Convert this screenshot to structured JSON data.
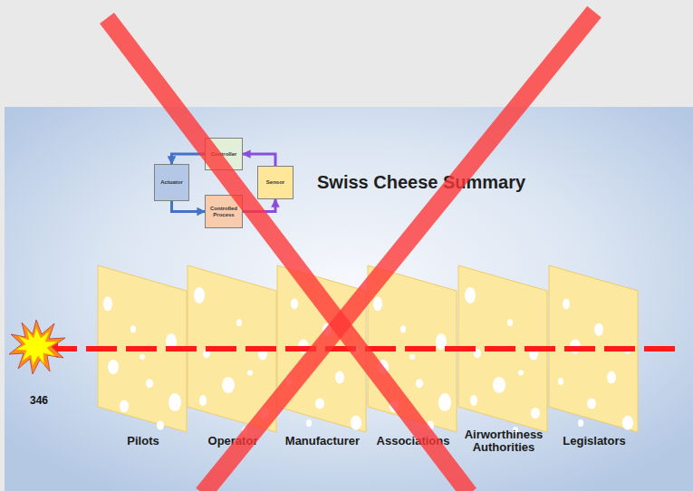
{
  "diagram": {
    "title": "Swiss Cheese Summary",
    "nodes": [
      {
        "text": [
          "Controller"
        ]
      },
      {
        "text": [
          "Actuator"
        ]
      },
      {
        "text": [
          "Sensor"
        ]
      },
      {
        "text": [
          "Controlled Process"
        ]
      },
      {
        "text": [
          "Pilots"
        ]
      },
      {
        "text": [
          "Operator"
        ]
      },
      {
        "text": [
          "Manufacturer"
        ]
      },
      {
        "text": [
          "Associations"
        ]
      },
      {
        "text": [
          "Airworthiness Authorities"
        ]
      },
      {
        "text": [
          "Legislators"
        ]
      }
    ],
    "edges": [
      {
        "from": 0,
        "to": 1,
        "arrow": "to"
      },
      {
        "from": 1,
        "to": 3,
        "arrow": "to"
      },
      {
        "from": 3,
        "to": 2,
        "arrow": "to"
      },
      {
        "from": 2,
        "to": 0,
        "arrow": "to"
      }
    ],
    "labels": [
      "346"
    ]
  }
}
